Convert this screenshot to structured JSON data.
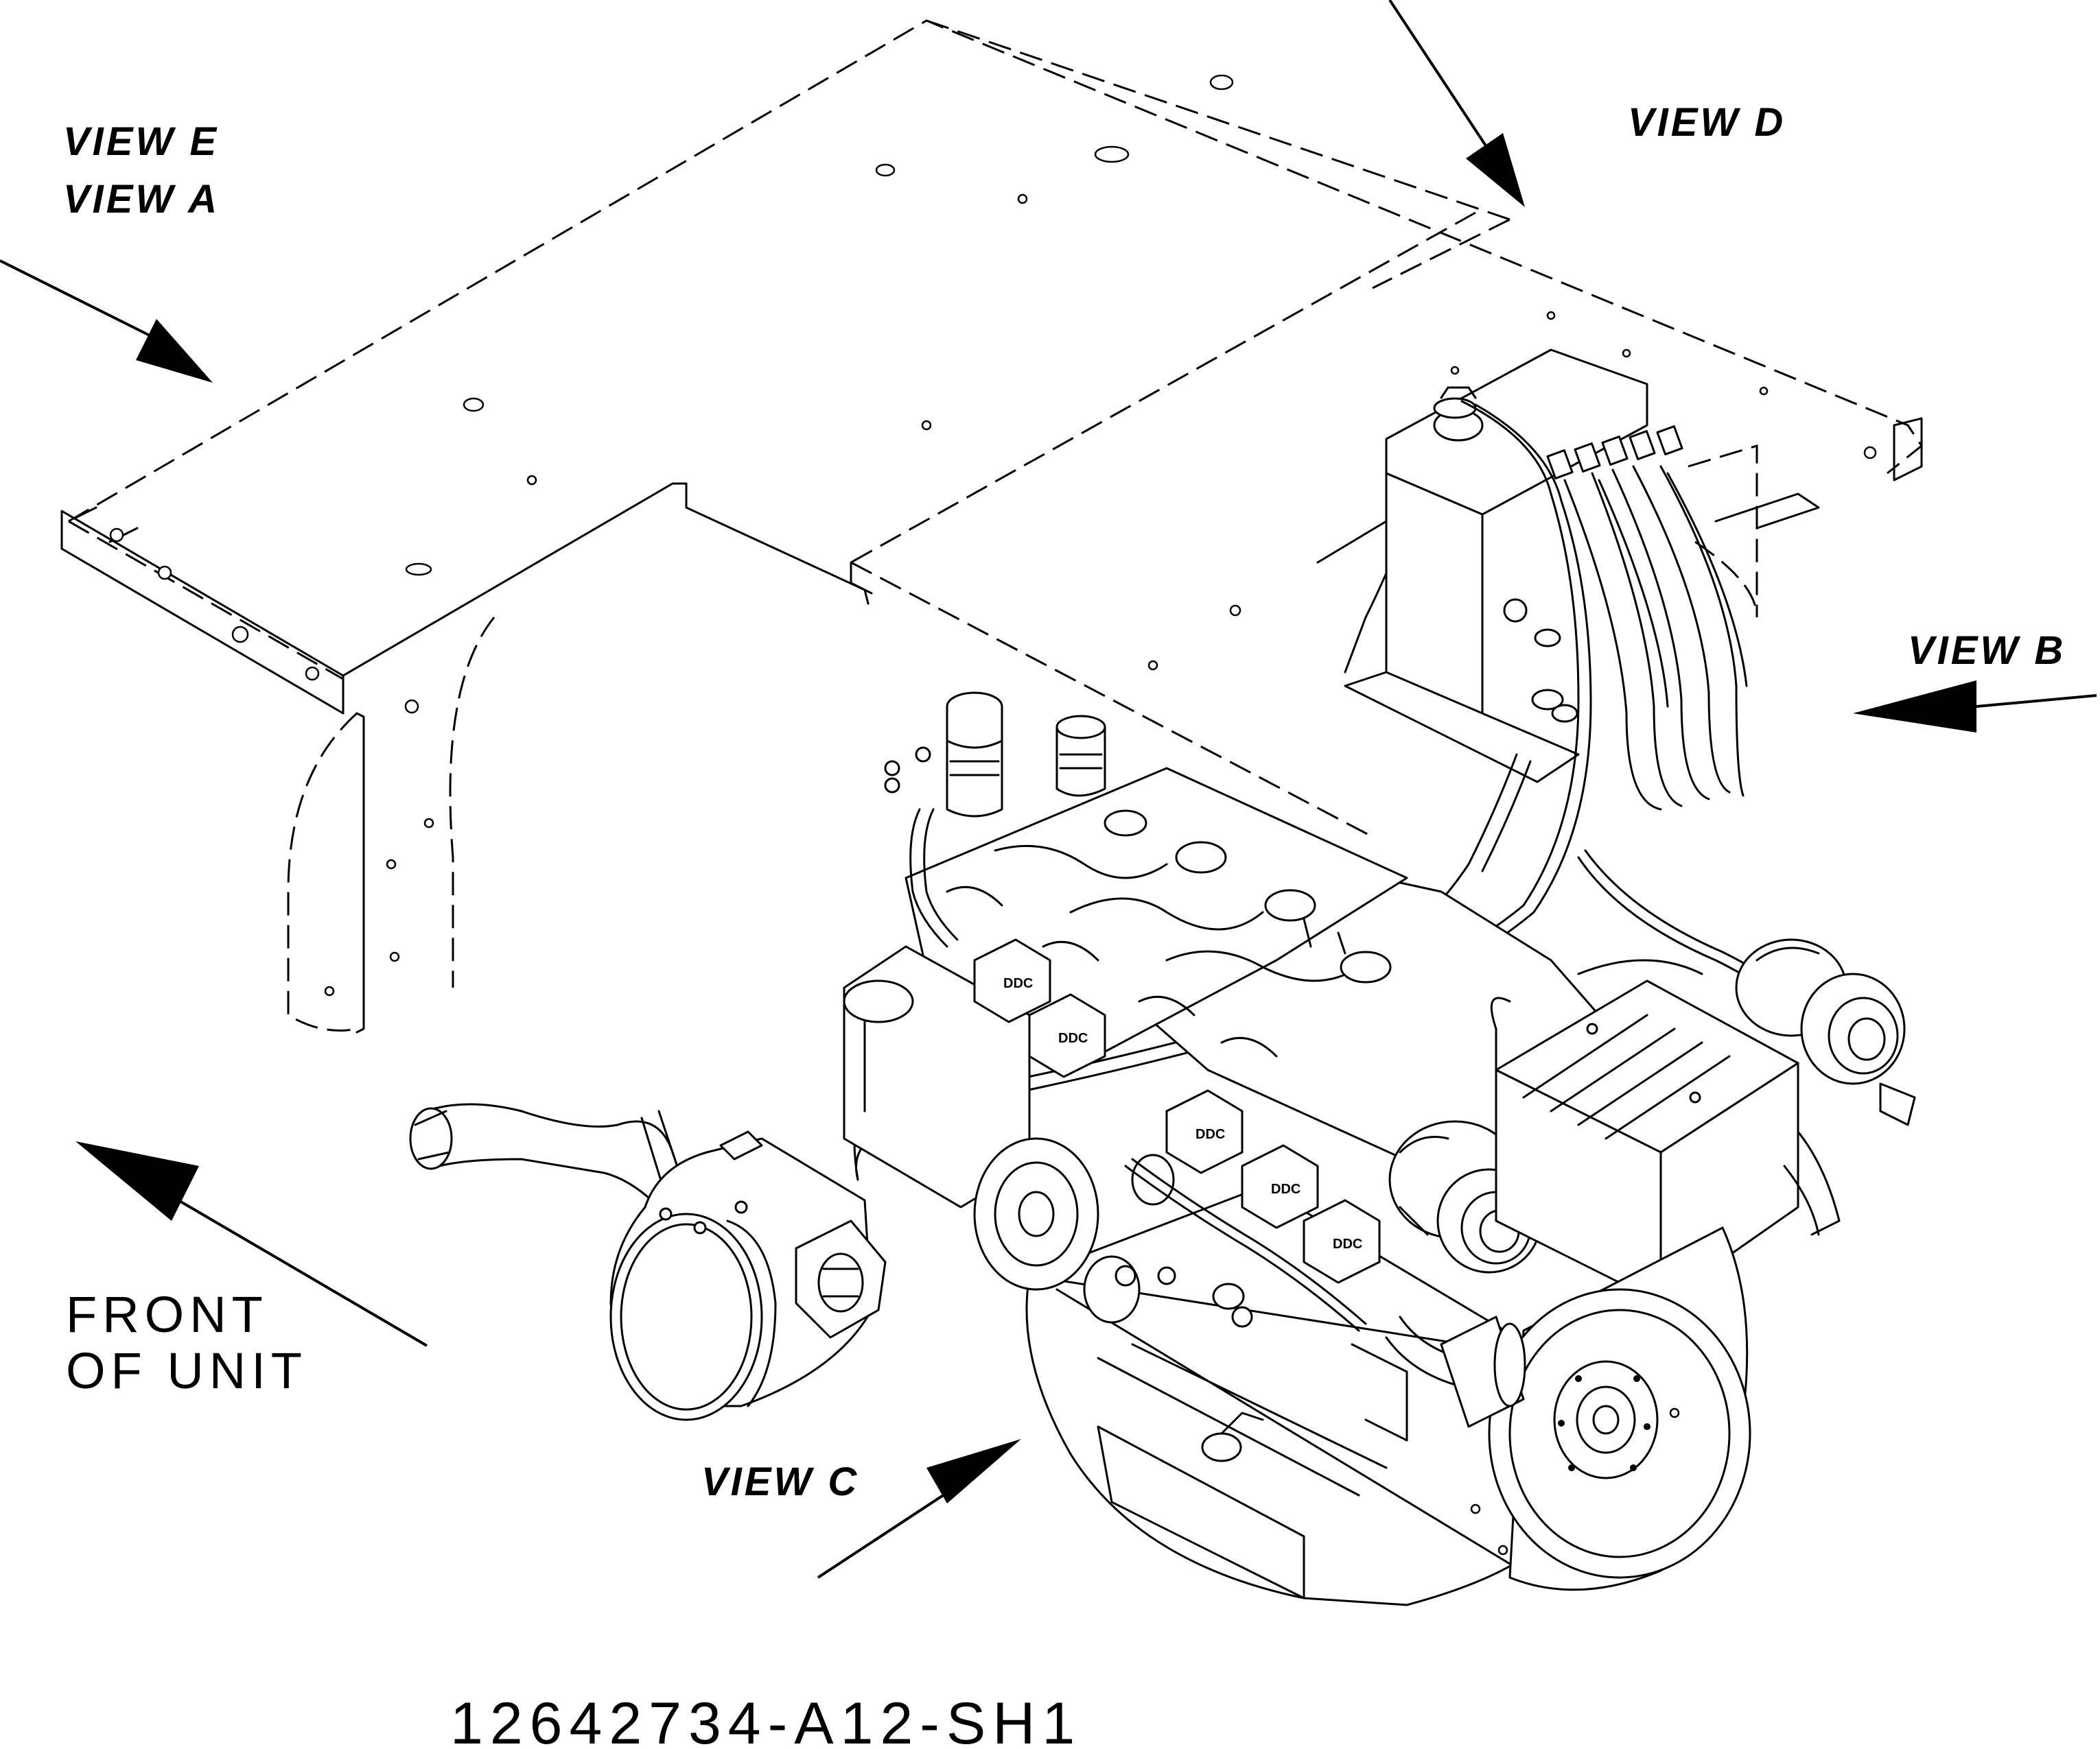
{
  "labels": {
    "view_e": "VIEW E",
    "view_a": "VIEW A",
    "view_d": "VIEW D",
    "view_b": "VIEW B",
    "view_c": "VIEW C",
    "front_line1": "FRONT",
    "front_line2": "OF UNIT"
  },
  "drawing_number": "12642734-A12-SH1",
  "rocker_cover_marking": "DDC",
  "colors": {
    "line": "#000000",
    "background": "#ffffff"
  }
}
